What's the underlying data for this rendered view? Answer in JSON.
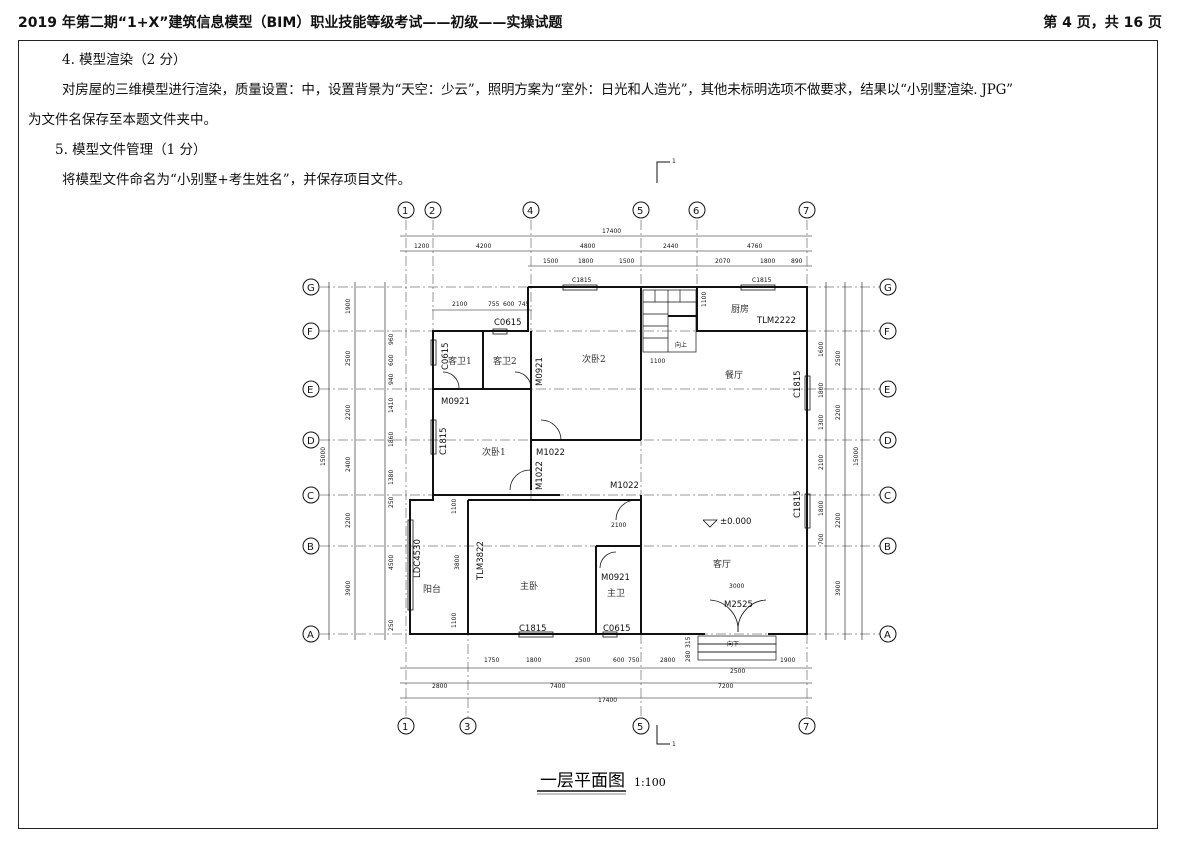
{
  "header": {
    "title": "2019 年第二期“1+X”建筑信息模型（BIM）职业技能等级考试——初级——实操试题",
    "page": "第 4 页，共 16 页"
  },
  "body": {
    "q4_title": "4. 模型渲染（2 分）",
    "q4_text_1": "对房屋的三维模型进行渲染，质量设置：中，设置背景为“天空：少云”，照明方案为“室外：日光和人造光”，其他未标明选项不做要求，结果以“小别墅渲染. JPG”",
    "q4_text_2": "为文件名保存至本题文件夹中。",
    "q5_title": "5. 模型文件管理（1 分）",
    "q5_text": "将模型文件命名为“小别墅+考生姓名”，并保存项目文件。"
  },
  "plan": {
    "section_mark": "1",
    "axes_top": [
      "1",
      "2",
      "4",
      "5",
      "6",
      "7"
    ],
    "axes_bottom": [
      "1",
      "3",
      "5",
      "7"
    ],
    "axes_rows": [
      "G",
      "F",
      "E",
      "D",
      "C",
      "B",
      "A"
    ],
    "top_dims_total": "17400",
    "top_dims_1": [
      "1200",
      "4200",
      "4800",
      "2440",
      "4760"
    ],
    "top_dims_2": [
      "1500",
      "1800",
      "1500",
      "2070",
      "1800",
      "890"
    ],
    "bottom_dims_1": [
      "1750",
      "1800",
      "2500",
      "600",
      "750",
      "2800",
      "1900"
    ],
    "bottom_dims_2": [
      "2800",
      "7400",
      "7200"
    ],
    "bottom_total": "17400",
    "left_dims": [
      "1900",
      "2500",
      "2200",
      "2400",
      "2200",
      "3900"
    ],
    "left_inner_dims": [
      "2100",
      "755",
      "600",
      "745",
      "960",
      "600",
      "940",
      "1410",
      "1860",
      "1380",
      "250",
      "4500",
      "250"
    ],
    "right_dims_inner": [
      "1600",
      "1800",
      "1300",
      "2100",
      "1800",
      "700"
    ],
    "right_dims": [
      "2500",
      "2200",
      "2200",
      "3900"
    ],
    "side_total": "15000",
    "labels": {
      "c1815_top1": "C1815",
      "c1815_top2": "C1815",
      "c0615_top": "C0615",
      "c0615_left": "C0615",
      "m0921_a": "M0921",
      "m0921_b": "M0921",
      "m0921_c": "M0921",
      "m1022_a": "M1022",
      "m1022_b": "M1022",
      "m1022_c": "M1022",
      "c1815_left": "C1815",
      "c1815_right1": "C1815",
      "c1815_right2": "C1815",
      "tlm2222": "TLM2222",
      "tlm3822": "TLM3822",
      "ldc4530": "LDC4530",
      "c1815_bottom": "C1815",
      "c0615_bottom": "C0615",
      "m2525": "M2525",
      "elev": "±0.000",
      "d1100a": "1100",
      "d1100b": "1100",
      "d1100c": "1100",
      "d1100d": "1100",
      "d2100": "2100",
      "d3000": "3000",
      "d3800": "3800",
      "d2500": "2500",
      "d315": "315",
      "d280": "280",
      "up": "向上",
      "down": "向下"
    },
    "rooms": {
      "kewei1": "客卫1",
      "kewei2": "客卫2",
      "ciwo2": "次卧2",
      "ciwo1": "次卧1",
      "chufang": "厨房",
      "canting": "餐厅",
      "keting": "客厅",
      "zhuwo": "主卧",
      "zhuwei": "主卫",
      "yangtai": "阳台"
    },
    "title": "一层平面图",
    "scale": "1:100"
  }
}
